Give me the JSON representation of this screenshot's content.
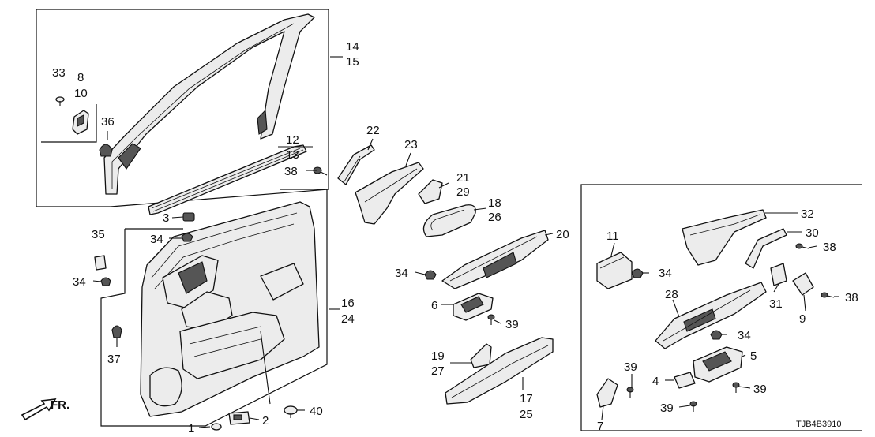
{
  "diagram_code": "TJB4B3910",
  "direction_label": "FR.",
  "callouts": {
    "c1": "1",
    "c2": "2",
    "c3": "3",
    "c4": "4",
    "c5": "5",
    "c6": "6",
    "c7": "7",
    "c8": "8",
    "c9": "9",
    "c10": "10",
    "c11": "11",
    "c12": "12",
    "c13": "13",
    "c14": "14",
    "c15": "15",
    "c16": "16",
    "c17": "17",
    "c18": "18",
    "c19": "19",
    "c20": "20",
    "c21": "21",
    "c22": "22",
    "c23": "23",
    "c24": "24",
    "c25": "25",
    "c26": "26",
    "c27": "27",
    "c28": "28",
    "c29": "29",
    "c30": "30",
    "c31": "31",
    "c32": "32",
    "c33": "33",
    "c34": "34",
    "c35": "35",
    "c36": "36",
    "c37": "37",
    "c38": "38",
    "c39": "39",
    "c40": "40"
  }
}
